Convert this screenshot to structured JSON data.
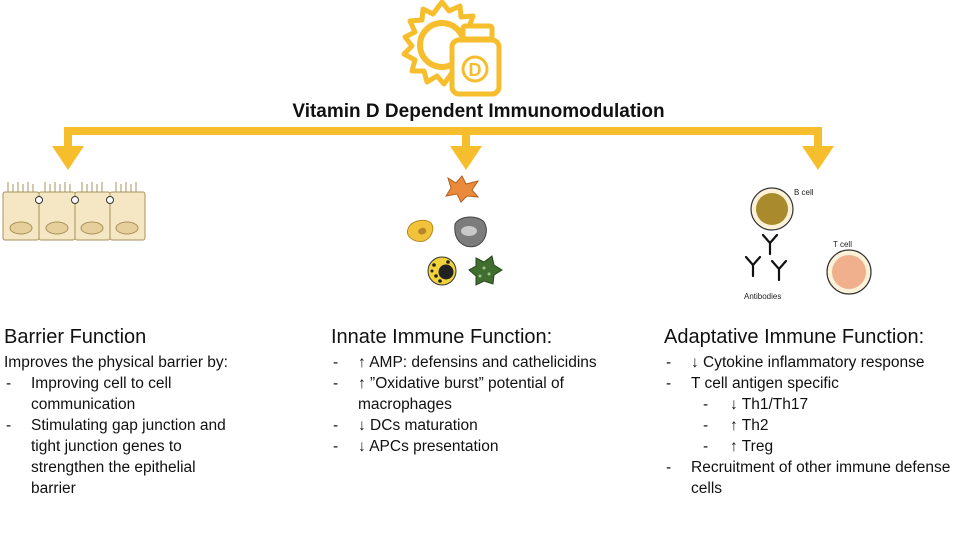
{
  "title": "Vitamin D Dependent Immunomodulation",
  "logo": {
    "letter": "D",
    "icon": "sun-vitamin-d-bottle-icon"
  },
  "colors": {
    "accent": "#F6BE2C",
    "cell_fill": "#F5E6C4",
    "cell_border": "#A8935E"
  },
  "illustration_labels": {
    "b_cell": "B cell",
    "t_cell": "T cell",
    "antibodies": "Antibodies"
  },
  "columns": [
    {
      "heading": "Barrier Function",
      "intro": "Improves the physical barrier by:",
      "items": [
        {
          "text": "Improving cell to cell communication"
        },
        {
          "text": "Stimulating gap junction and tight junction genes to strengthen the epithelial barrier"
        }
      ]
    },
    {
      "heading": "Innate Immune Function:",
      "items": [
        {
          "text": "↑ AMP: defensins and cathelicidins"
        },
        {
          "text": "↑ ”Oxidative burst” potential of macrophages"
        },
        {
          "text": "↓ DCs maturation"
        },
        {
          "text": "↓ APCs  presentation"
        }
      ]
    },
    {
      "heading": "Adaptative Immune Function:",
      "items": [
        {
          "text": "↓ Cytokine inflammatory response"
        },
        {
          "text": "T cell antigen specific",
          "sub": [
            "↓ Th1/Th17",
            "↑ Th2",
            "↑ Treg"
          ]
        },
        {
          "text": "Recruitment of other immune defense cells"
        }
      ]
    }
  ]
}
